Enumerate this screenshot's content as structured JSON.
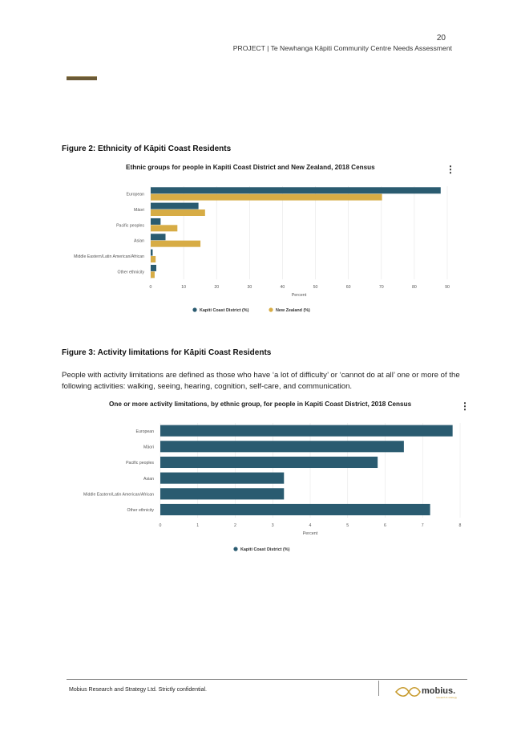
{
  "page": {
    "number": "20",
    "header": "PROJECT | Te Newhanga Kāpiti Community Centre Needs Assessment",
    "accent_color": "#6b5a37"
  },
  "figure2": {
    "caption": "Figure 2:  Ethnicity of Kāpiti Coast Residents",
    "menu_icon": "kebab-menu-icon"
  },
  "figure3": {
    "caption": "Figure 3:  Activity limitations for Kāpiti Coast Residents",
    "menu_icon": "kebab-menu-icon"
  },
  "paragraph": "People with activity limitations are defined as those who have ‘a lot of difficulty’ or ‘cannot do at all’ one or more of the following activities: walking, seeing, hearing, cognition, self-care, and communication.",
  "footer": {
    "text": "Mobius Research and Strategy Ltd.  Strictly confidential.",
    "logo_text": "mobius.",
    "logo_tagline": "research & strategy",
    "logo_color": "#c79a2c"
  },
  "chart_data": [
    {
      "type": "bar",
      "orientation": "horizontal",
      "title": "Ethnic groups for people in Kapiti Coast District and New Zealand, 2018 Census",
      "categories": [
        "European",
        "Māori",
        "Pacific peoples",
        "Asian",
        "Middle Eastern/Latin American/African",
        "Other ethnicity"
      ],
      "series": [
        {
          "name": "Kapiti Coast District (%)",
          "color": "#2a5b70",
          "values": [
            88.0,
            14.5,
            3.0,
            4.5,
            0.6,
            1.7
          ]
        },
        {
          "name": "New Zealand (%)",
          "color": "#d7ac45",
          "values": [
            70.2,
            16.5,
            8.1,
            15.1,
            1.5,
            1.2
          ]
        }
      ],
      "xlabel": "Percent",
      "xlim": [
        0,
        90
      ],
      "xticks": [
        0,
        10,
        20,
        30,
        40,
        50,
        60,
        70,
        80,
        90
      ],
      "grid": true,
      "legend": "bottom"
    },
    {
      "type": "bar",
      "orientation": "horizontal",
      "title": "One or more activity limitations, by ethnic group, for people in Kapiti Coast District, 2018 Census",
      "categories": [
        "European",
        "Māori",
        "Pacific peoples",
        "Asian",
        "Middle Eastern/Latin American/African",
        "Other ethnicity"
      ],
      "series": [
        {
          "name": "Kapiti Coast District (%)",
          "color": "#2a5b70",
          "values": [
            7.8,
            6.5,
            5.8,
            3.3,
            3.3,
            7.2
          ]
        }
      ],
      "xlabel": "Percent",
      "xlim": [
        0,
        8
      ],
      "xticks": [
        0,
        1,
        2,
        3,
        4,
        5,
        6,
        7,
        8
      ],
      "grid": true,
      "legend": "bottom"
    }
  ]
}
